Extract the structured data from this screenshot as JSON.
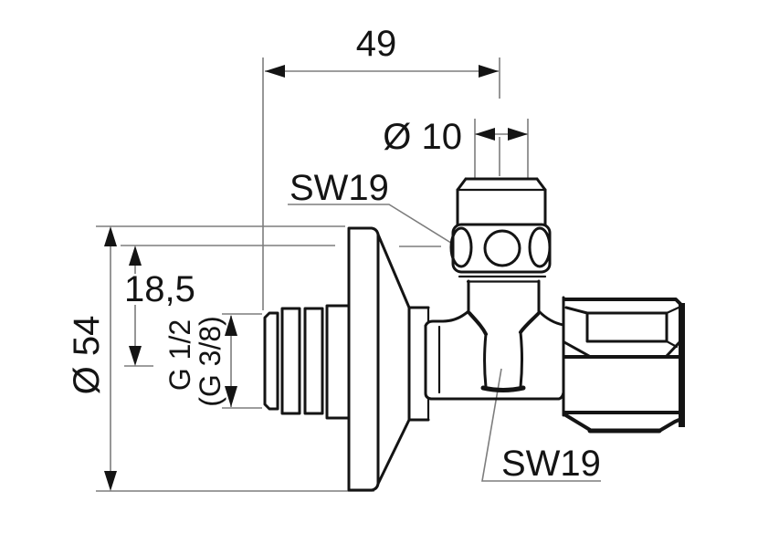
{
  "drawing": {
    "type": "technical-dimension-drawing",
    "subject": "angle-valve side view with wall flange, male thread inlet and compression nut outlet",
    "colors": {
      "background": "#ffffff",
      "outline": "#141414",
      "dimension_line": "#7d7d7d",
      "text": "#141414"
    },
    "dimensions": {
      "overall_depth": "49",
      "spindle_diameter": "Ø 10",
      "flange_diameter": "Ø 54",
      "axis_offset": "18,5",
      "thread_size": "G 1/2",
      "thread_size_alt": "(G 3/8)",
      "wrench_size_top": "SW19",
      "wrench_size_bottom": "SW19"
    }
  }
}
